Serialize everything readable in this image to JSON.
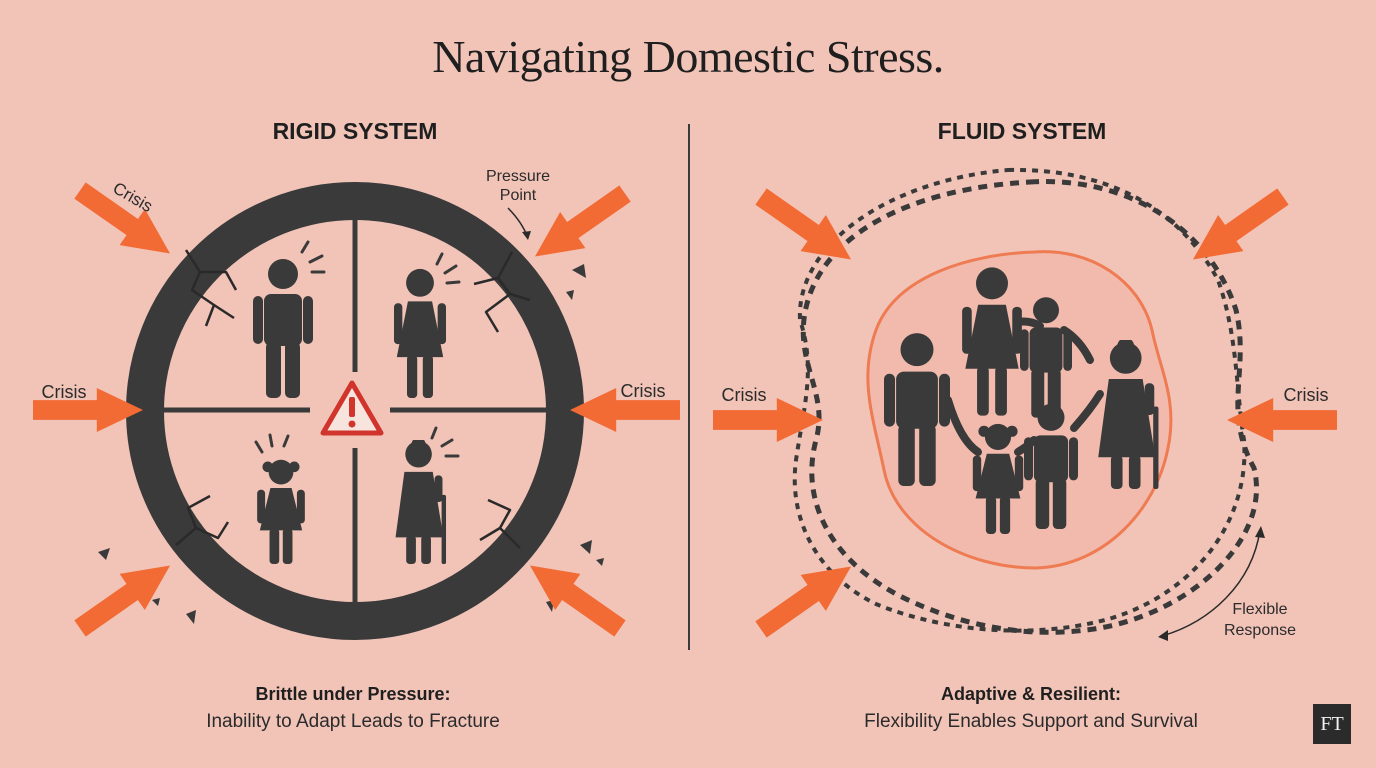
{
  "title": "Navigating Domestic Stress.",
  "rigid": {
    "heading": "RIGID SYSTEM",
    "labels": {
      "crisis_top_left": "Crisis",
      "crisis_left": "Crisis",
      "crisis_right": "Crisis",
      "pressure_point_line1": "Pressure",
      "pressure_point_line2": "Point"
    },
    "caption_title": "Brittle under Pressure:",
    "caption_sub": "Inability to Adapt Leads to Fracture"
  },
  "fluid": {
    "heading": "FLUID SYSTEM",
    "labels": {
      "crisis_left": "Crisis",
      "crisis_right": "Crisis",
      "flexible_line1": "Flexible",
      "flexible_line2": "Response"
    },
    "caption_title": "Adaptive & Resilient:",
    "caption_sub": "Flexibility Enables Support and Survival"
  },
  "logo": "FT",
  "colors": {
    "background": "#f2c4b8",
    "ink": "#3a3a3a",
    "arrow": "#f26b35",
    "warning": "#d0342c",
    "glow": "#ee7b52"
  },
  "icons": [
    "crisis-arrow-icon",
    "warning-triangle-icon",
    "person-icon",
    "crack-icon"
  ]
}
